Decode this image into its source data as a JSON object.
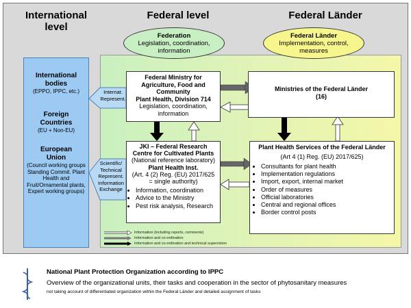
{
  "columns": {
    "international": "International level",
    "federal": "Federal level",
    "laender": "Federal Länder"
  },
  "federation_ellipse": {
    "title": "Federation",
    "text": "Legislation, coordination, information"
  },
  "laender_ellipse": {
    "title": "Federal Länder",
    "text": "Implementation, control, measures"
  },
  "international_box": {
    "bodies_title": "International bodies",
    "bodies_sub": "(EPPO, IPPC, etc.)",
    "foreign_title": "Foreign Countries",
    "foreign_sub": "(EU + Non-EU)",
    "eu_title": "European Union",
    "eu_lines": [
      "(Council working groups",
      "Standing Commit. Plant Health and Fruit/Ornamental plants,",
      "Expert working groups)"
    ]
  },
  "notches": {
    "internat": "Internat. Represent.",
    "scientific": "Scientific/ Technical Represent. Information Exchange"
  },
  "ministry_box": {
    "title": "Federal Ministry for Agriculture, Food and Community",
    "division": "Plant Health, Division 714",
    "text": "Legislation, coordination, information"
  },
  "laender_ministries": {
    "title": "Ministries of the Federal Länder",
    "count": "(16)"
  },
  "jki_box": {
    "title": "JKI – Federal Research Centre for Cultivated Plants",
    "subtitle": "(National reference laboratory)",
    "inst": "Plant Health Inst.",
    "reg": "(Art. 4 (2) Reg. (EU) 2017/625",
    "single": "= single authority)",
    "items": [
      "Information, coordination",
      "Advice to the Ministry",
      "Pest risk analysis, Research"
    ]
  },
  "services_box": {
    "title": "Plant Health Services of the Federal Länder",
    "reg": "(Art 4 (1) Reg. (EU) 2017/625)",
    "items": [
      "Consultants for plant health",
      "Implementation regulations",
      "Import, export, internal market",
      "Order of measures",
      "Official laboratories",
      "Central and regional offices",
      "Border control posts"
    ]
  },
  "legend": [
    "Information (including reports, comments)",
    "Information and co-ordination",
    "Information and co-ordination and technical supervision"
  ],
  "footer": {
    "title": "National Plant Protection Organization according to IPPC",
    "subtitle": "Overview of the organizational units, their tasks and cooperation in the sector of phytosanitary measures",
    "note": "not taking account of differentiated organization within the Federal Länder and detailed assignment of tasks"
  }
}
